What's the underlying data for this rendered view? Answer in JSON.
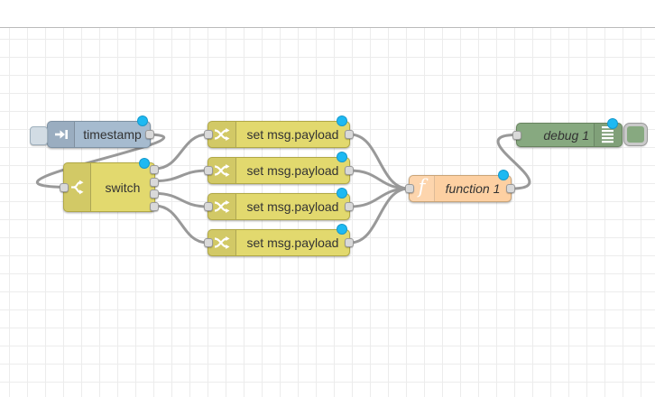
{
  "flow": {
    "nodes": {
      "timestamp": {
        "label": "timestamp",
        "type": "inject",
        "color": "#a6bbcf",
        "icon": "inject-arrow-icon",
        "changed": true
      },
      "switch": {
        "label": "switch",
        "type": "switch",
        "color": "#e2d96e",
        "icon": "switch-split-icon",
        "outputs": 4,
        "changed": true
      },
      "changes": [
        {
          "label": "set msg.payload",
          "type": "change",
          "color": "#e2d96e",
          "icon": "shuffle-icon",
          "changed": true
        },
        {
          "label": "set msg.payload",
          "type": "change",
          "color": "#e2d96e",
          "icon": "shuffle-icon",
          "changed": true
        },
        {
          "label": "set msg.payload",
          "type": "change",
          "color": "#e2d96e",
          "icon": "shuffle-icon",
          "changed": true
        },
        {
          "label": "set msg.payload",
          "type": "change",
          "color": "#e2d96e",
          "icon": "shuffle-icon",
          "changed": true
        }
      ],
      "function": {
        "label": "function 1",
        "type": "function",
        "color": "#fdd0a2",
        "icon": "function-f-icon",
        "changed": true
      },
      "debug": {
        "label": "debug 1",
        "type": "debug",
        "color": "#87a980",
        "icon": "debug-list-icon",
        "changed": true,
        "enabled": true
      }
    },
    "function_icon_glyph": "f",
    "colors": {
      "wire": "#999999",
      "port": "#d9d9d9",
      "changed_dot": "#1db9f2",
      "grid_line": "#ececec",
      "canvas_boundary": "#bbbbbb",
      "canvas_bg": "#ffffff"
    }
  }
}
